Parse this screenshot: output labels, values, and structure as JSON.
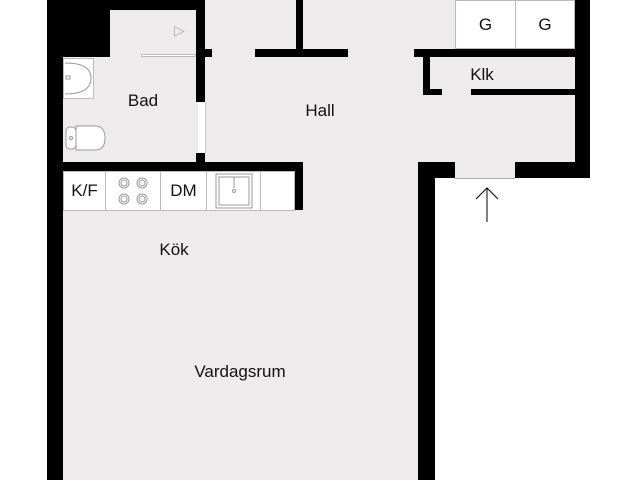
{
  "rooms": {
    "bad": "Bad",
    "hall": "Hall",
    "klk": "Klk",
    "kok": "Kök",
    "vardagsrum": "Vardagsrum"
  },
  "fixtures": {
    "kf": "K/F",
    "dm": "DM",
    "g1": "G",
    "g2": "G"
  },
  "colors": {
    "floor": "#eeebec",
    "wall": "#000000"
  }
}
